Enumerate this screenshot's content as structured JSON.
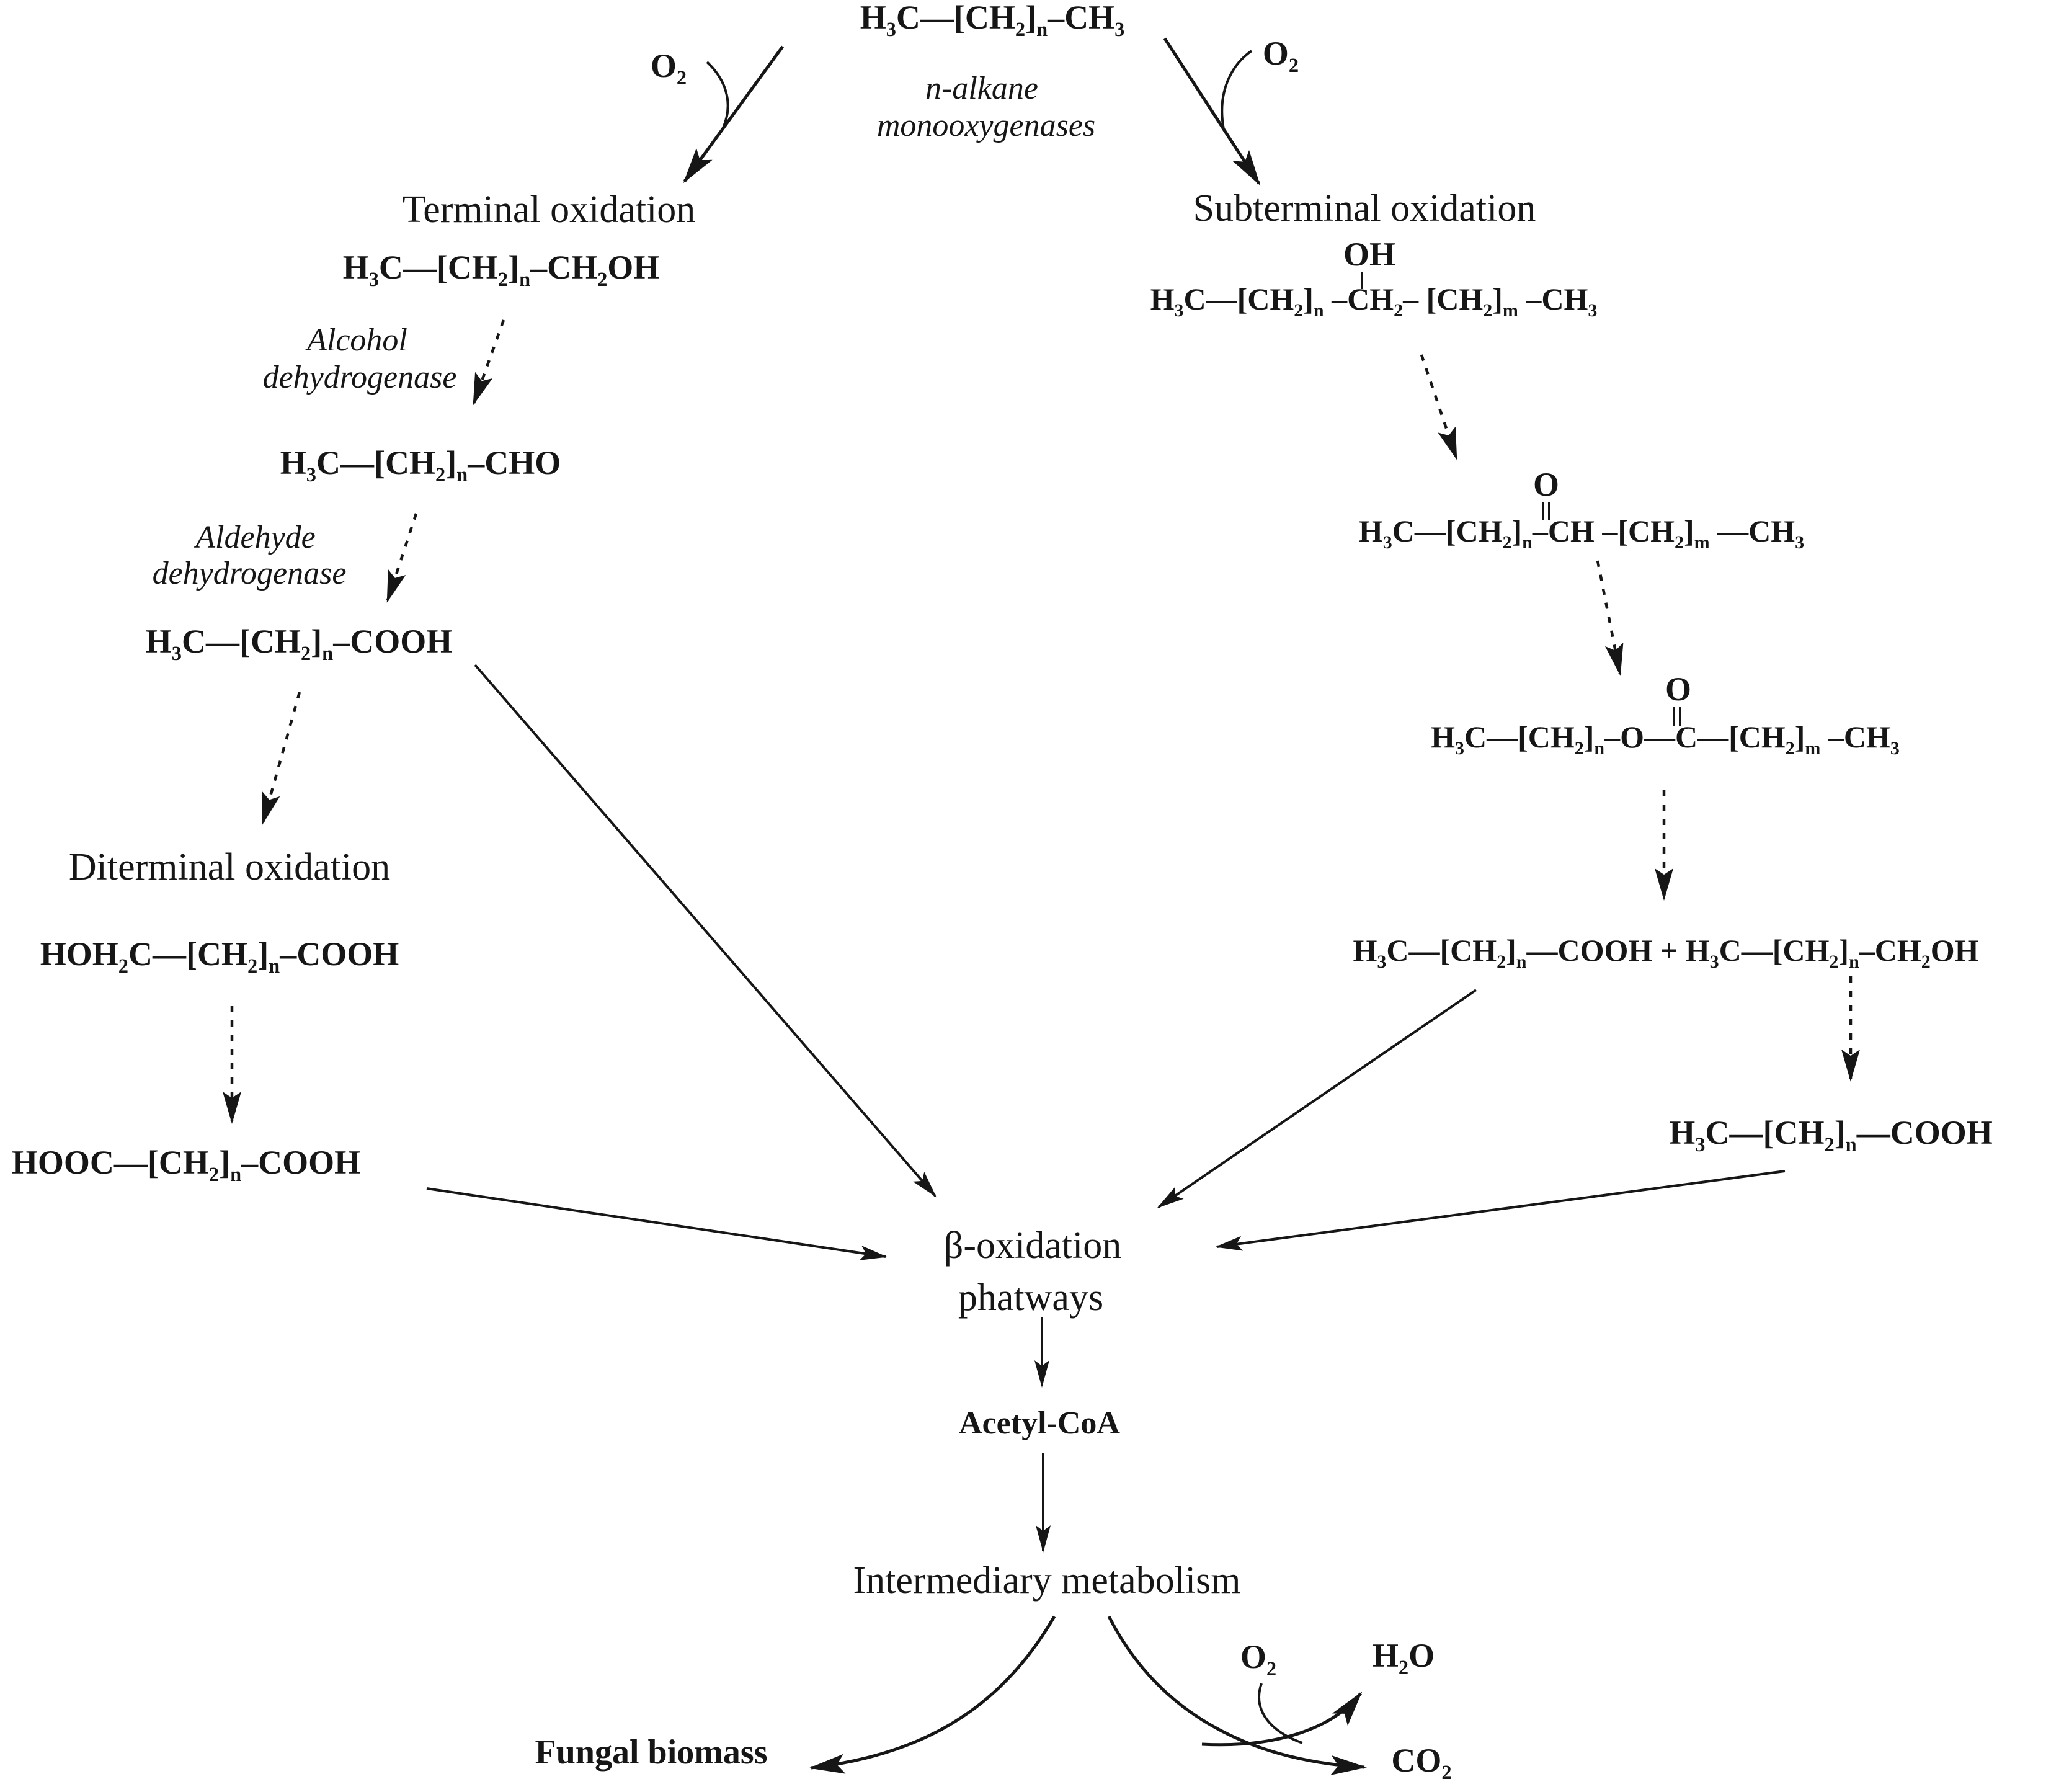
{
  "colors": {
    "ink": "#161616",
    "background": "#ffffff"
  },
  "top": {
    "alkane_formula": "H~3~C—[CH~2~]~n~–CH~3~",
    "enzyme_label_line1": "n-alkane",
    "enzyme_label_line2": "monooxygenases",
    "o2": "O~2~"
  },
  "terminal": {
    "heading": "Terminal oxidation",
    "alcohol_formula": "H~3~C—[CH~2~]~n~–CH~2~OH",
    "enzyme1_line1": "Alcohol",
    "enzyme1_line2": "dehydrogenase",
    "aldehyde_formula": "H~3~C—[CH~2~]~n~–CHO",
    "enzyme2_line1": "Aldehyde",
    "enzyme2_line2": "dehydrogenase",
    "acid_formula": "H~3~C—[CH~2~]~n~–COOH"
  },
  "diterminal": {
    "heading": "Diterminal oxidation",
    "hydroxy_acid_formula": "HOH~2~C—[CH~2~]~n~–COOH",
    "diacid_formula": "HOOC—[CH~2~]~n~–COOH"
  },
  "subterminal": {
    "heading": "Subterminal oxidation",
    "oh_label": "OH",
    "secondary_alcohol_formula": "H~3~C—[CH~2~]~n~ –CH~2~– [CH~2~]~m~ –CH~3~",
    "o_label": "O",
    "ketone_formula": "H~3~C—[CH~2~]~n~–CH –[CH~2~]~m~ —CH~3~",
    "ester_formula": "H~3~C—[CH~2~]~n~–O—C—[CH~2~]~m~ –CH~3~",
    "products_formula": "H~3~C—[CH~2~]~n~—COOH + H~3~C—[CH~2~]~n~–CH~2~OH",
    "acid_formula": "H~3~C—[CH~2~]~n~—COOH"
  },
  "central": {
    "beta_line1": "β-oxidation",
    "beta_line2": "phatways",
    "acetyl": "Acetyl-CoA",
    "intermediary": "Intermediary metabolism"
  },
  "outputs": {
    "fungal_biomass": "Fungal biomass",
    "o2": "O~2~",
    "h2o": "H~2~O",
    "co2": "CO~2~"
  }
}
